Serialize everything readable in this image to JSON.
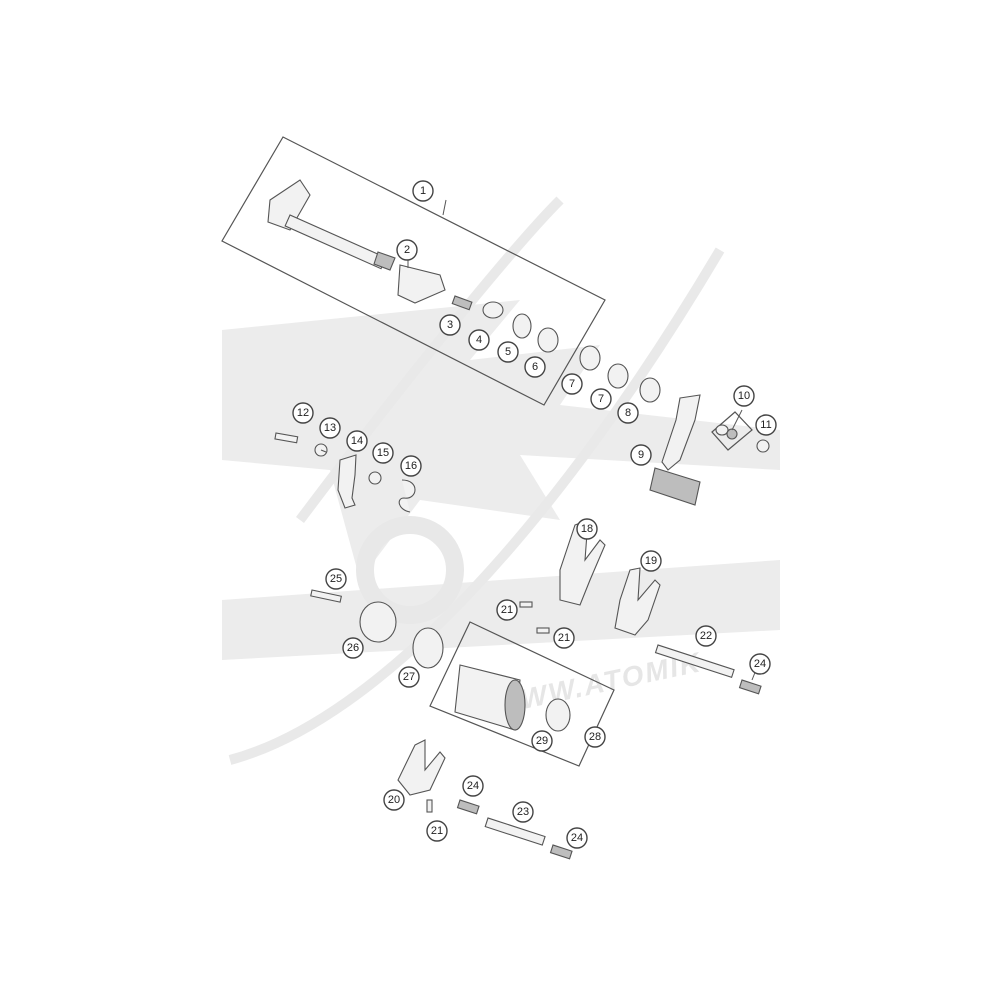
{
  "diagram": {
    "watermark_text": "WWW.ATOMIK",
    "callouts": [
      {
        "id": "c1",
        "label": "1"
      },
      {
        "id": "c2",
        "label": "2"
      },
      {
        "id": "c3",
        "label": "3"
      },
      {
        "id": "c4",
        "label": "4"
      },
      {
        "id": "c5",
        "label": "5"
      },
      {
        "id": "c6",
        "label": "6"
      },
      {
        "id": "c7a",
        "label": "7"
      },
      {
        "id": "c7b",
        "label": "7"
      },
      {
        "id": "c8",
        "label": "8"
      },
      {
        "id": "c9",
        "label": "9"
      },
      {
        "id": "c10",
        "label": "10"
      },
      {
        "id": "c11",
        "label": "11"
      },
      {
        "id": "c12",
        "label": "12"
      },
      {
        "id": "c13",
        "label": "13"
      },
      {
        "id": "c14",
        "label": "14"
      },
      {
        "id": "c15",
        "label": "15"
      },
      {
        "id": "c16",
        "label": "16"
      },
      {
        "id": "c18",
        "label": "18"
      },
      {
        "id": "c19",
        "label": "19"
      },
      {
        "id": "c20",
        "label": "20"
      },
      {
        "id": "c21a",
        "label": "21"
      },
      {
        "id": "c21b",
        "label": "21"
      },
      {
        "id": "c21c",
        "label": "21"
      },
      {
        "id": "c22",
        "label": "22"
      },
      {
        "id": "c23",
        "label": "23"
      },
      {
        "id": "c24a",
        "label": "24"
      },
      {
        "id": "c24b",
        "label": "24"
      },
      {
        "id": "c24c",
        "label": "24"
      },
      {
        "id": "c25",
        "label": "25"
      },
      {
        "id": "c26",
        "label": "26"
      },
      {
        "id": "c27",
        "label": "27"
      },
      {
        "id": "c28",
        "label": "28"
      },
      {
        "id": "c29",
        "label": "29"
      }
    ]
  }
}
